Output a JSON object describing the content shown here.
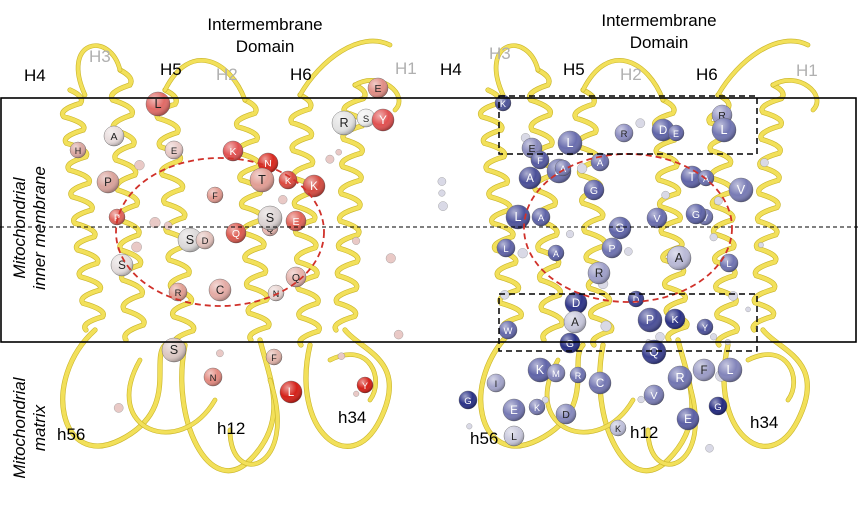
{
  "labels": {
    "domain_line1": "Intermembrane",
    "domain_line2": "Domain",
    "inner_line1": "Mitochondrial",
    "inner_line2": "inner membrane",
    "matrix_line1": "Mitochondrial",
    "matrix_line2": "matrix",
    "h1": "H1",
    "h2": "H2",
    "h3": "H3",
    "h4": "H4",
    "h5": "H5",
    "h6": "H6",
    "h12": "h12",
    "h34": "h34",
    "h56": "h56"
  },
  "colors": {
    "ribbon": "#f2e05a",
    "ribbon_edge": "#c9b428",
    "dashed_circle": "#d0312a",
    "box": "#000000"
  },
  "left_residues": [
    {
      "l": "H",
      "c": "#d9a6a0"
    },
    {
      "l": "A",
      "c": "#e8dcdc"
    },
    {
      "l": "L",
      "c": "#e06a66"
    },
    {
      "l": "E",
      "c": "#e8c9c6"
    },
    {
      "l": "P",
      "c": "#d9a39c"
    },
    {
      "l": "F",
      "c": "#e29a90"
    },
    {
      "l": "N",
      "c": "#d8281e"
    },
    {
      "l": "T",
      "c": "#e29e95"
    },
    {
      "l": "K",
      "c": "#db4a40"
    },
    {
      "l": "K",
      "c": "#d44a40"
    },
    {
      "l": "P",
      "c": "#e06259"
    },
    {
      "l": "Q",
      "c": "#dc5a50"
    },
    {
      "l": "S",
      "c": "#dddada"
    },
    {
      "l": "D",
      "c": "#e3c2bc"
    },
    {
      "l": "S",
      "c": "#e5dede"
    },
    {
      "l": "Q",
      "c": "#e8b7b0"
    },
    {
      "l": "E",
      "c": "#e06258"
    },
    {
      "l": "S",
      "c": "#dcd4d4"
    },
    {
      "l": "R",
      "c": "#e19f93"
    },
    {
      "l": "C",
      "c": "#e4aba5"
    },
    {
      "l": "N",
      "c": "#e8d3d0"
    },
    {
      "l": "Q",
      "c": "#e5b2ab"
    },
    {
      "l": "S",
      "c": "#dcc8c4"
    },
    {
      "l": "N",
      "c": "#e38a80"
    },
    {
      "l": "L",
      "c": "#d42018"
    },
    {
      "l": "Y",
      "c": "#d42018"
    },
    {
      "l": "E",
      "c": "#e08d85"
    },
    {
      "l": "R",
      "c": "#e3e3e3"
    },
    {
      "l": "S",
      "c": "#f0f0f0"
    },
    {
      "l": "Y",
      "c": "#e05050"
    },
    {
      "l": "F",
      "c": "#e0b2a8"
    },
    {
      "l": "K",
      "c": "#e05050"
    }
  ],
  "right_residues": [
    {
      "l": "K",
      "c": "#4f5499"
    },
    {
      "l": "E",
      "c": "#8889bc"
    },
    {
      "l": "D",
      "c": "#6c70ae"
    },
    {
      "l": "R",
      "c": "#8c8dc1"
    },
    {
      "l": "D",
      "c": "#5f64a8"
    },
    {
      "l": "E",
      "c": "#6669ab"
    },
    {
      "l": "R",
      "c": "#9999c7"
    },
    {
      "l": "L",
      "c": "#7175b2"
    },
    {
      "l": "F",
      "c": "#5459a0"
    },
    {
      "l": "A",
      "c": "#4a4f98"
    },
    {
      "l": "A",
      "c": "#7a7db5"
    },
    {
      "l": "G",
      "c": "#5a5ea4"
    },
    {
      "l": "L",
      "c": "#696dae"
    },
    {
      "l": "A",
      "c": "#6e72b0"
    },
    {
      "l": "T",
      "c": "#6064a8"
    },
    {
      "l": "A",
      "c": "#6a6fae"
    },
    {
      "l": "V",
      "c": "#6a6dae"
    },
    {
      "l": "L",
      "c": "#4e539c"
    },
    {
      "l": "A",
      "c": "#5d62a6"
    },
    {
      "l": "G",
      "c": "#6065a9"
    },
    {
      "l": "V",
      "c": "#7579b4"
    },
    {
      "l": "G",
      "c": "#5f64a8"
    },
    {
      "l": "V",
      "c": "#787bb5"
    },
    {
      "l": "L",
      "c": "#6f73b1"
    },
    {
      "l": "R",
      "c": "#9fa0c9"
    },
    {
      "l": "A",
      "c": "#5d62a6"
    },
    {
      "l": "P",
      "c": "#6e72b0"
    },
    {
      "l": "A",
      "c": "#b9b9d6"
    },
    {
      "l": "L",
      "c": "#5f63a7"
    },
    {
      "l": "D",
      "c": "#30368a"
    },
    {
      "l": "D",
      "c": "#3a4090"
    },
    {
      "l": "K",
      "c": "#2c3286"
    },
    {
      "l": "P",
      "c": "#4a4f98"
    },
    {
      "l": "W",
      "c": "#6468aa"
    },
    {
      "l": "A",
      "c": "#c8c8dc"
    },
    {
      "l": "Y",
      "c": "#4e539c"
    },
    {
      "l": "G",
      "c": "#2a3186"
    },
    {
      "l": "K",
      "c": "#6064a8"
    },
    {
      "l": "M",
      "c": "#8486bb"
    },
    {
      "l": "C",
      "c": "#7376b2"
    },
    {
      "l": "R",
      "c": "#6e72b0"
    },
    {
      "l": "V",
      "c": "#7a7db5"
    },
    {
      "l": "L",
      "c": "#8284ba"
    },
    {
      "l": "G",
      "c": "#2a3186"
    },
    {
      "l": "E",
      "c": "#7679b4"
    },
    {
      "l": "K",
      "c": "#7a7db5"
    },
    {
      "l": "D",
      "c": "#8689bd"
    },
    {
      "l": "R",
      "c": "#7276b2"
    },
    {
      "l": "G",
      "c": "#23297f"
    },
    {
      "l": "E",
      "c": "#5a5ea4"
    },
    {
      "l": "K",
      "c": "#bfc0da"
    },
    {
      "l": "L",
      "c": "#c8c8dc"
    },
    {
      "l": "Q",
      "c": "#3a4090"
    },
    {
      "l": "I",
      "c": "#a3a4ca"
    },
    {
      "l": "F",
      "c": "#9b9cc6"
    }
  ]
}
